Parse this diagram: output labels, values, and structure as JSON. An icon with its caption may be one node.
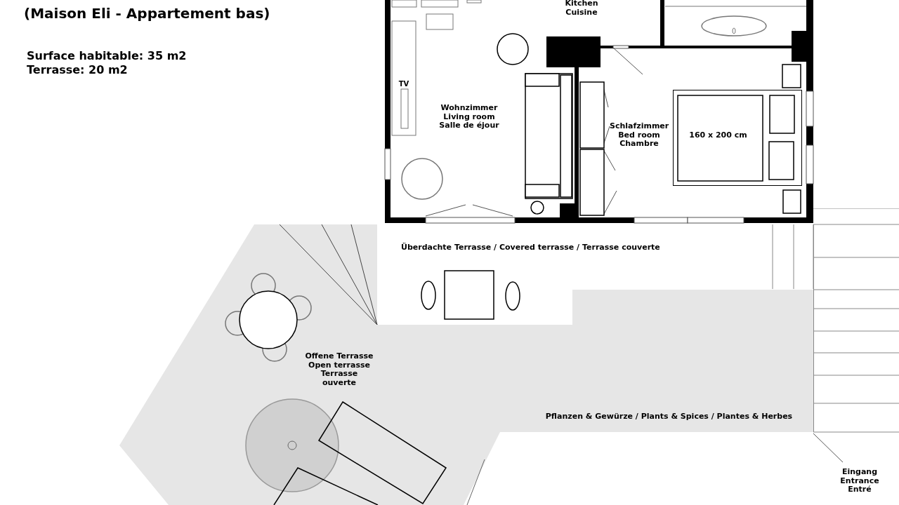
{
  "diagram": {
    "title": "(Maison Eli - Appartement bas)",
    "nodes": [
      {
        "text": [
          "Wohnzimmer Living room Salle de éjour"
        ]
      },
      {
        "text": [
          "Kitchen Cuisine"
        ]
      },
      {
        "text": [
          "Schlafzimmer Bed room Chambre"
        ]
      },
      {
        "text": [
          "160 x 200 cm"
        ],
        "in": 2
      },
      {
        "text": [
          "Überdachte Terrasse / Covered terrasse / Terrasse couverte"
        ]
      },
      {
        "text": [
          "Offene Terrasse Open terrasse Terrasse ouverte"
        ]
      },
      {
        "text": [
          "Eingang Entrance Entré"
        ]
      },
      {
        "text": [],
        "shape": "picture"
      }
    ],
    "edges": [
      {
        "from": 6,
        "to": 7,
        "arrow": "none"
      }
    ],
    "labels": [
      "Surface habitable: 35 m2",
      "Terrasse: 20 m2",
      "TV",
      "Pflanzen & Gewürze / Plants & Spices / Plantes & Herbes"
    ]
  }
}
